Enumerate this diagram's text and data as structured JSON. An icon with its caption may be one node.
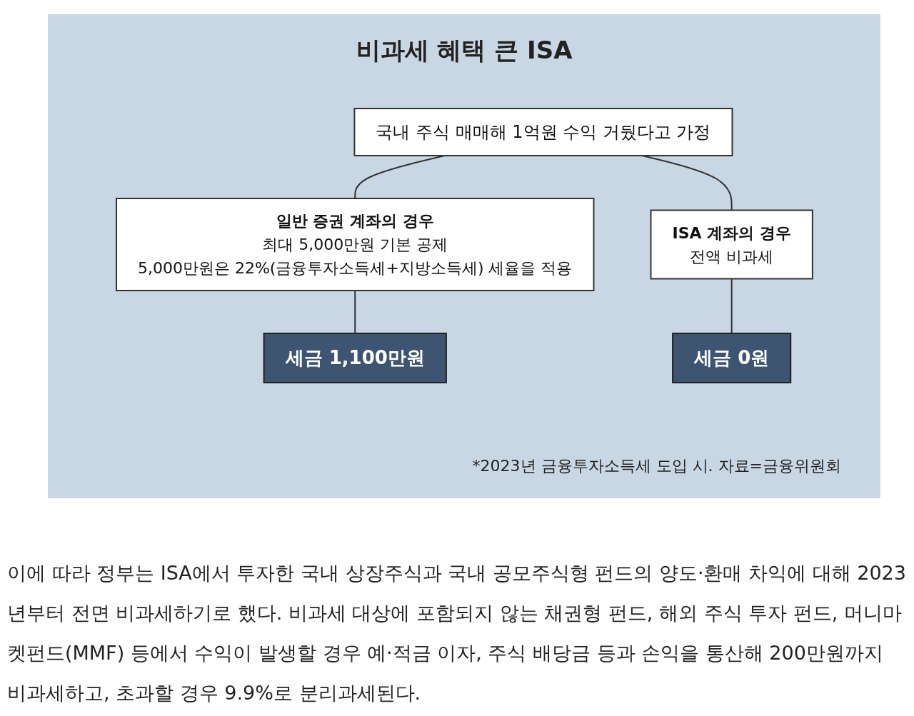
{
  "diagram": {
    "title": "비과세 혜택 큰 ISA",
    "caption": "이에 따라 정부는 ISA에서 투자한 국내 상장주식과 국내 공모주식형 펀드의 양도·환매 차익에 대해 2023년부터 전면 비과세하기로 했다. 비과세 대상에 포함되지 않는 채권형 펀드, 해외 주식 투자 펀드, 머니마켓펀드(MMF) 등에서 수익이 발생할 경우 예·적금 이자, 주식 배당금 등과 손익을 통산해 200만원까지 비과세하고, 초과할 경우 9.9%로 분리과세된다.",
    "nodes": [
      {
        "text": [
          "국내 주식 매매해 1억원 수익 거뒀다고 가정"
        ]
      },
      {
        "text": [
          "일반 증권 계좌의 경우",
          "최대 5,000만원 기본 공제",
          "5,000만원은 22%(금융투자소득세+지방소득세) 세율을 적용"
        ]
      },
      {
        "text": [
          "ISA 계좌의 경우",
          "전액 비과세"
        ]
      },
      {
        "text": [
          "세금 1,100만원"
        ]
      },
      {
        "text": [
          "세금 0원"
        ]
      }
    ],
    "edges": [
      {
        "from": 0,
        "to": 1,
        "arrow": "none"
      },
      {
        "from": 0,
        "to": 2,
        "arrow": "none"
      },
      {
        "from": 1,
        "to": 3,
        "arrow": "none"
      },
      {
        "from": 2,
        "to": 4,
        "arrow": "none"
      }
    ],
    "labels": [
      "*2023년 금융투자소득세 도입 시. 자료=금융위원회"
    ]
  }
}
